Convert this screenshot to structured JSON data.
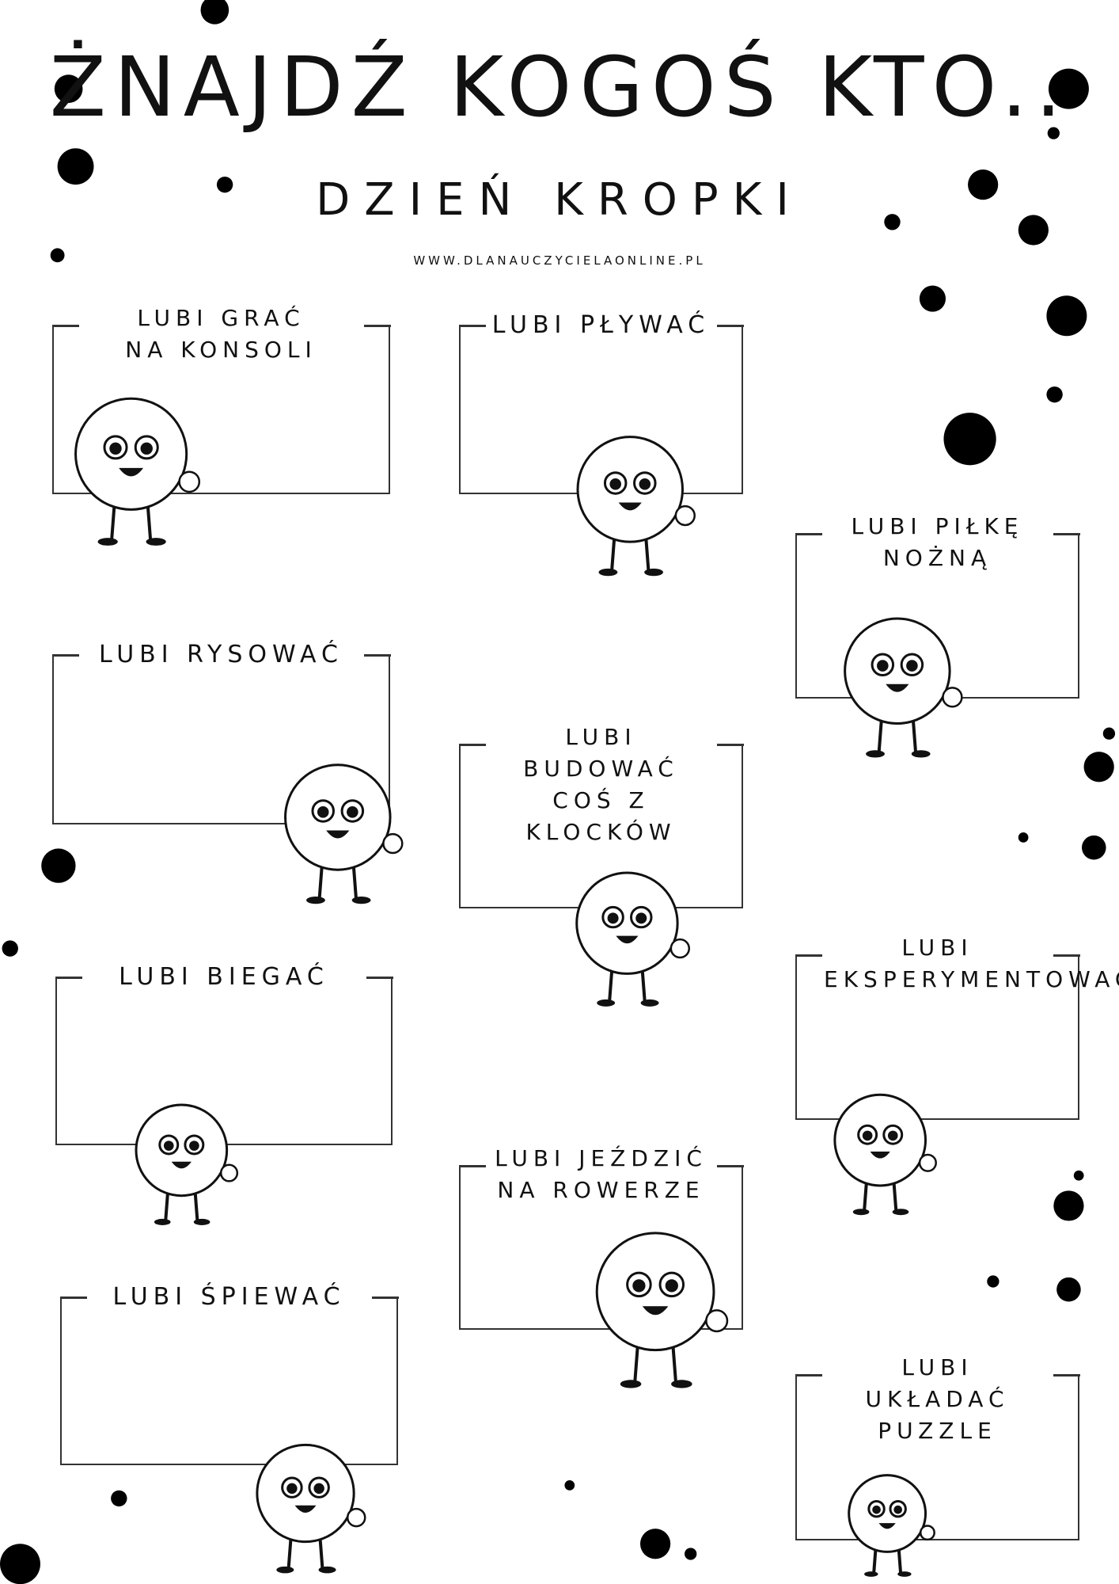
{
  "header": {
    "title": "ŻNAJDŹ KOGOŚ KTO..",
    "subtitle": "DZIEŃ KROPKI",
    "url": "WWW.DLANAUCZYCIELAONLINE.PL"
  },
  "boxes": [
    {
      "line1": "LUBI GRAĆ",
      "line2": "NA KONSOLI",
      "icon": "gamepad-icon"
    },
    {
      "line1": "LUBI PŁYWAĆ",
      "line2": "",
      "icon": "swim-ring-icon"
    },
    {
      "line1": "LUBI PIŁKĘ",
      "line2": "NOŻNĄ",
      "icon": "soccer-ball-icon"
    },
    {
      "line1": "LUBI RYSOWAĆ",
      "line2": "",
      "icon": "paintbrush-icon"
    },
    {
      "line1": "LUBI BUDOWAĆ",
      "line2": "COŚ Z KLOCKÓW",
      "icon": "blocks-icon"
    },
    {
      "line1": "LUBI",
      "line2": "EKSPERYMENTOWAĆ",
      "icon": "test-tube-icon"
    },
    {
      "line1": "LUBI BIEGAĆ",
      "line2": "",
      "icon": "running-icon"
    },
    {
      "line1": "LUBI JEŹDZIĆ",
      "line2": "NA ROWERZE",
      "icon": "bicycle-icon"
    },
    {
      "line1": "LUBI ŚPIEWAĆ",
      "line2": "",
      "icon": "microphone-icon"
    },
    {
      "line1": "LUBI UKŁADAĆ",
      "line2": "PUZZLE",
      "icon": "puzzle-icon"
    }
  ]
}
